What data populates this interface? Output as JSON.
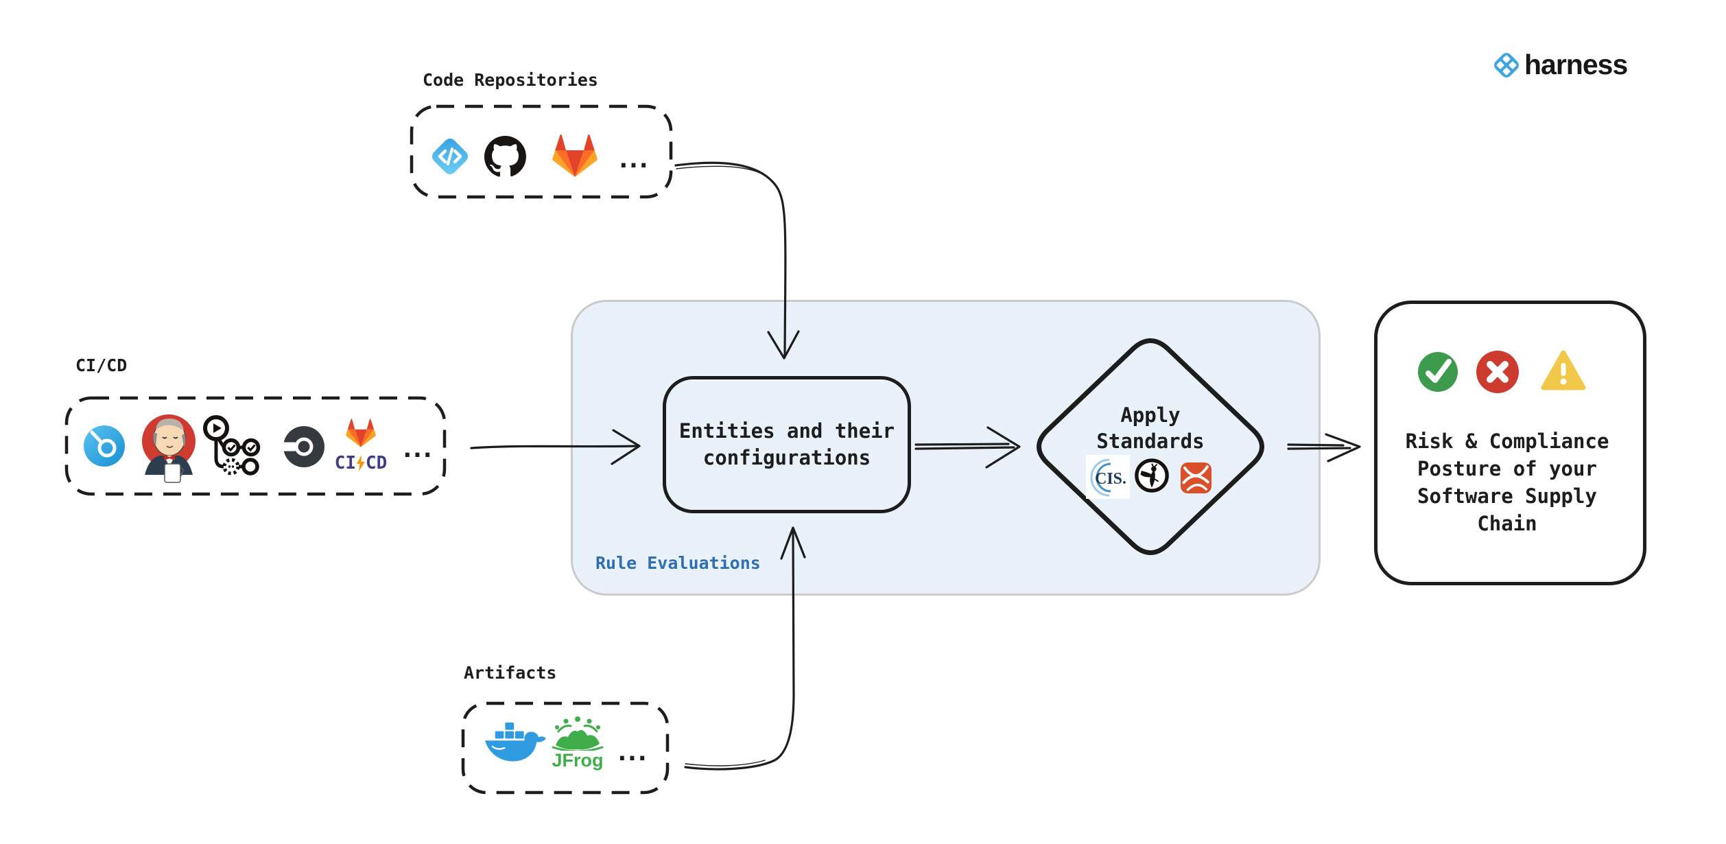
{
  "brand": {
    "wordmark": "harness",
    "logo_icon": "harness-logo-icon",
    "logo_color": "#3da6e0"
  },
  "sources": {
    "code_repositories": {
      "label": "Code Repositories",
      "ellipsis": "...",
      "icons": [
        "azure-repos-icon",
        "github-icon",
        "gitlab-icon"
      ]
    },
    "cicd": {
      "label": "CI/CD",
      "ellipsis": "...",
      "icons": [
        "harness-ci-icon",
        "jenkins-icon",
        "github-actions-icon",
        "circleci-icon",
        "gitlab-cicd-icon"
      ],
      "gitlab_ci": "CI",
      "gitlab_cd": "CD"
    },
    "artifacts": {
      "label": "Artifacts",
      "ellipsis": "...",
      "icons": [
        "docker-icon",
        "jfrog-icon"
      ],
      "jfrog_wordmark": "JFrog"
    }
  },
  "rule_evaluations": {
    "panel_label": "Rule Evaluations",
    "entities_text": "Entities and their configurations",
    "diamond_text": "Apply Standards",
    "standards_icons": [
      "cis-icon",
      "owasp-icon",
      "security-standard-icon"
    ],
    "cis_wordmark": "CIS."
  },
  "output": {
    "text": "Risk & Compliance Posture of your Software Supply Chain",
    "status_icons": [
      "check-icon",
      "cross-icon",
      "warning-icon"
    ]
  },
  "colors": {
    "ink": "#1d1d1d",
    "panel_fill": "#e9f1fb",
    "panel_border": "#cbcbcb",
    "rule_label_blue": "#2f6eb4",
    "status_pass": "#3d9b4e",
    "status_fail": "#cd3a2e",
    "status_warn": "#f2c84b"
  }
}
